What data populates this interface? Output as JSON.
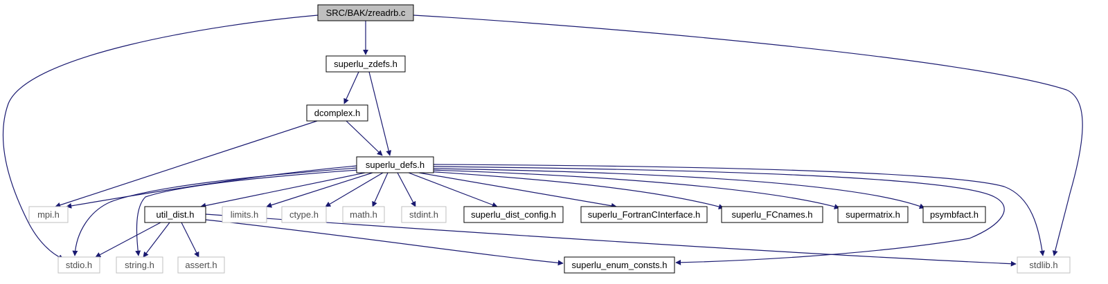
{
  "diagram": {
    "root": "SRC/BAK/zreadrb.c",
    "nodes": [
      {
        "id": "zreadrb_c",
        "label": "SRC/BAK/zreadrb.c",
        "style": "root"
      },
      {
        "id": "superlu_zdefs_h",
        "label": "superlu_zdefs.h",
        "style": "documented"
      },
      {
        "id": "dcomplex_h",
        "label": "dcomplex.h",
        "style": "documented"
      },
      {
        "id": "superlu_defs_h",
        "label": "superlu_defs.h",
        "style": "documented"
      },
      {
        "id": "mpi_h",
        "label": "mpi.h",
        "style": "external"
      },
      {
        "id": "util_dist_h",
        "label": "util_dist.h",
        "style": "documented"
      },
      {
        "id": "limits_h",
        "label": "limits.h",
        "style": "external"
      },
      {
        "id": "ctype_h",
        "label": "ctype.h",
        "style": "external"
      },
      {
        "id": "math_h",
        "label": "math.h",
        "style": "external"
      },
      {
        "id": "stdint_h",
        "label": "stdint.h",
        "style": "external"
      },
      {
        "id": "superlu_dist_config_h",
        "label": "superlu_dist_config.h",
        "style": "documented"
      },
      {
        "id": "superlu_FortranCInterface_h",
        "label": "superlu_FortranCInterface.h",
        "style": "documented"
      },
      {
        "id": "superlu_FCnames_h",
        "label": "superlu_FCnames.h",
        "style": "documented"
      },
      {
        "id": "supermatrix_h",
        "label": "supermatrix.h",
        "style": "documented"
      },
      {
        "id": "psymbfact_h",
        "label": "psymbfact.h",
        "style": "documented"
      },
      {
        "id": "stdio_h",
        "label": "stdio.h",
        "style": "external"
      },
      {
        "id": "string_h",
        "label": "string.h",
        "style": "external"
      },
      {
        "id": "assert_h",
        "label": "assert.h",
        "style": "external"
      },
      {
        "id": "superlu_enum_consts_h",
        "label": "superlu_enum_consts.h",
        "style": "documented"
      },
      {
        "id": "stdlib_h",
        "label": "stdlib.h",
        "style": "external"
      }
    ],
    "edges": [
      {
        "from": "zreadrb_c",
        "to": "superlu_zdefs_h"
      },
      {
        "from": "zreadrb_c",
        "to": "stdio_h"
      },
      {
        "from": "zreadrb_c",
        "to": "stdlib_h"
      },
      {
        "from": "superlu_zdefs_h",
        "to": "dcomplex_h"
      },
      {
        "from": "superlu_zdefs_h",
        "to": "superlu_defs_h"
      },
      {
        "from": "dcomplex_h",
        "to": "superlu_defs_h"
      },
      {
        "from": "dcomplex_h",
        "to": "mpi_h"
      },
      {
        "from": "superlu_defs_h",
        "to": "mpi_h"
      },
      {
        "from": "superlu_defs_h",
        "to": "stdio_h"
      },
      {
        "from": "superlu_defs_h",
        "to": "string_h"
      },
      {
        "from": "superlu_defs_h",
        "to": "util_dist_h"
      },
      {
        "from": "superlu_defs_h",
        "to": "limits_h"
      },
      {
        "from": "superlu_defs_h",
        "to": "ctype_h"
      },
      {
        "from": "superlu_defs_h",
        "to": "math_h"
      },
      {
        "from": "superlu_defs_h",
        "to": "stdint_h"
      },
      {
        "from": "superlu_defs_h",
        "to": "superlu_dist_config_h"
      },
      {
        "from": "superlu_defs_h",
        "to": "superlu_FortranCInterface_h"
      },
      {
        "from": "superlu_defs_h",
        "to": "superlu_FCnames_h"
      },
      {
        "from": "superlu_defs_h",
        "to": "supermatrix_h"
      },
      {
        "from": "superlu_defs_h",
        "to": "psymbfact_h"
      },
      {
        "from": "superlu_defs_h",
        "to": "superlu_enum_consts_h"
      },
      {
        "from": "superlu_defs_h",
        "to": "stdlib_h"
      },
      {
        "from": "util_dist_h",
        "to": "stdio_h"
      },
      {
        "from": "util_dist_h",
        "to": "string_h"
      },
      {
        "from": "util_dist_h",
        "to": "assert_h"
      },
      {
        "from": "util_dist_h",
        "to": "superlu_enum_consts_h"
      },
      {
        "from": "util_dist_h",
        "to": "stdlib_h"
      }
    ]
  },
  "colors": {
    "edge": "#191970",
    "root_fill": "#bfbfbf",
    "documented_border": "#000000",
    "external_border": "#bfbfbf",
    "external_text": "#4d4d4d",
    "background": "#ffffff"
  }
}
